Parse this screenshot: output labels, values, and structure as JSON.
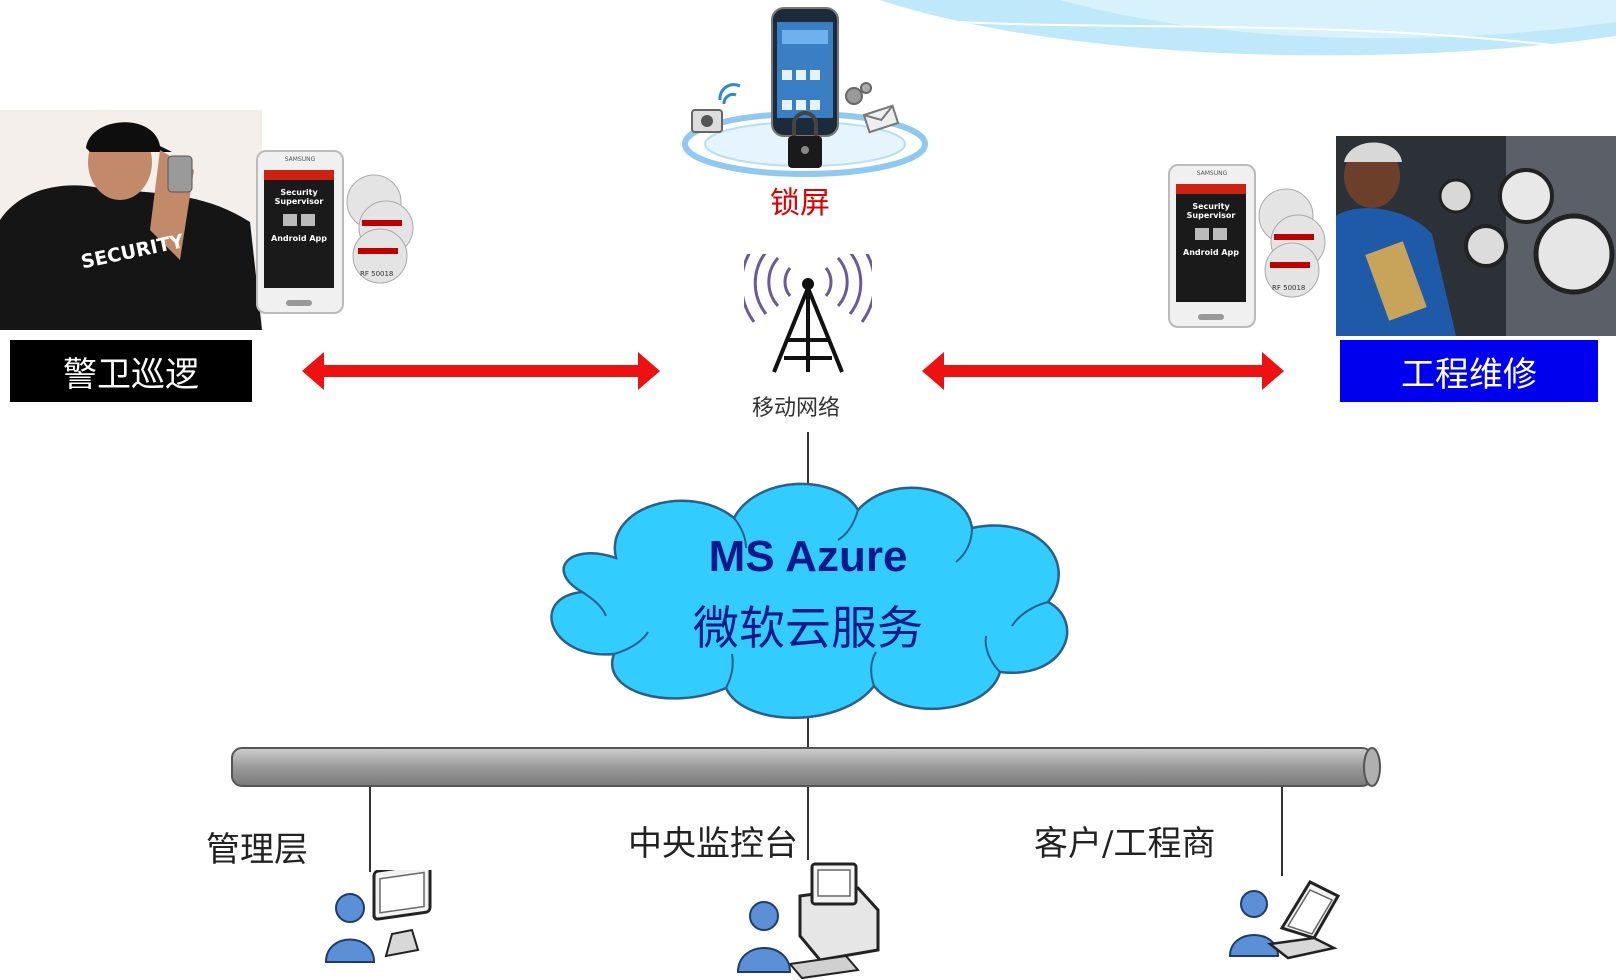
{
  "lock_screen": {
    "label": "锁屏"
  },
  "guard": {
    "label": "警卫巡逻",
    "vest_text": "SECURITY",
    "phone": {
      "brand": "SAMSUNG",
      "title": "Security Supervisor",
      "app": "Android App"
    },
    "tag_code": "RF 50018"
  },
  "engineering": {
    "label": "工程维修",
    "phone": {
      "brand": "SAMSUNG",
      "title": "Security Supervisor",
      "app": "Android App"
    },
    "tag_code": "RF 50018"
  },
  "network": {
    "label": "移动网络"
  },
  "cloud": {
    "title": "MS Azure",
    "subtitle": "微软云服务"
  },
  "terminals": [
    {
      "label": "管理层",
      "device": "monitor"
    },
    {
      "label": "中央监控台",
      "device": "desktop"
    },
    {
      "label": "客户/工程商",
      "device": "laptop"
    }
  ],
  "colors": {
    "guard_label_bg": "#000000",
    "engineering_label_bg": "#0000ee",
    "arrow": "#ee1111",
    "cloud_fill": "#33ccff",
    "cloud_text": "#0a1a8c",
    "lock_text": "#e00000"
  }
}
